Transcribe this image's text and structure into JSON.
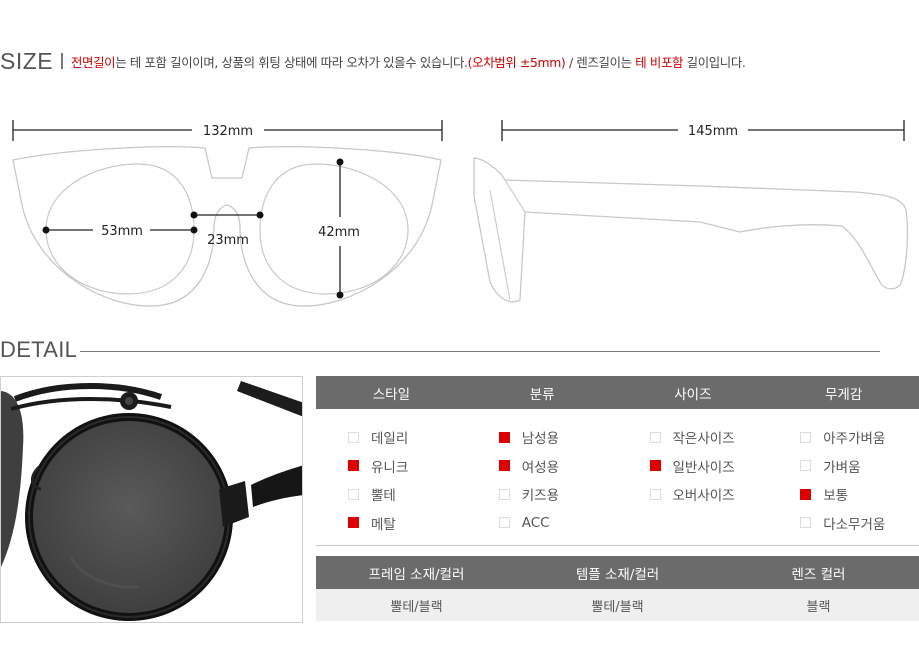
{
  "size_section": {
    "title": "SIZE",
    "note": {
      "part1": "전면길이",
      "part2": "는 테 포함 길이이며, 상품의 휘팅 상태에 따라 오차가 있을수 있습니다.",
      "part3": "(오차범위 ±5mm)",
      "part4": " / 렌즈길이는 ",
      "part5": "테 비포함",
      "part6": " 길이입니다."
    }
  },
  "front_view": {
    "total_width": "132mm",
    "lens_width": "53mm",
    "bridge_width": "23mm",
    "lens_height": "42mm"
  },
  "side_view": {
    "temple_length": "145mm"
  },
  "detail_section": {
    "title": "DETAIL"
  },
  "spec_table": {
    "columns": [
      {
        "header": "스타일",
        "options": [
          {
            "label": "데일리",
            "checked": false
          },
          {
            "label": "유니크",
            "checked": true
          },
          {
            "label": "뿔테",
            "checked": false
          },
          {
            "label": "메탈",
            "checked": true
          }
        ]
      },
      {
        "header": "분류",
        "options": [
          {
            "label": "남성용",
            "checked": true
          },
          {
            "label": "여성용",
            "checked": true
          },
          {
            "label": "키즈용",
            "checked": false
          },
          {
            "label": "ACC",
            "checked": false
          }
        ]
      },
      {
        "header": "사이즈",
        "options": [
          {
            "label": "작은사이즈",
            "checked": false
          },
          {
            "label": "일반사이즈",
            "checked": true
          },
          {
            "label": "오버사이즈",
            "checked": false
          }
        ]
      },
      {
        "header": "무게감",
        "options": [
          {
            "label": "아주가벼움",
            "checked": false
          },
          {
            "label": "가벼움",
            "checked": false
          },
          {
            "label": "보통",
            "checked": true
          },
          {
            "label": "다소무거움",
            "checked": false
          }
        ]
      }
    ],
    "material": {
      "headers": [
        "프레임 소재/컬러",
        "템플 소재/컬러",
        "렌즈 컬러"
      ],
      "values": [
        "뿔테/블랙",
        "뿔테/블랙",
        "블랙"
      ]
    }
  },
  "colors": {
    "accent_red": "#dd0000",
    "header_gray": "#6b6b6b",
    "value_row_bg": "#efefef"
  }
}
